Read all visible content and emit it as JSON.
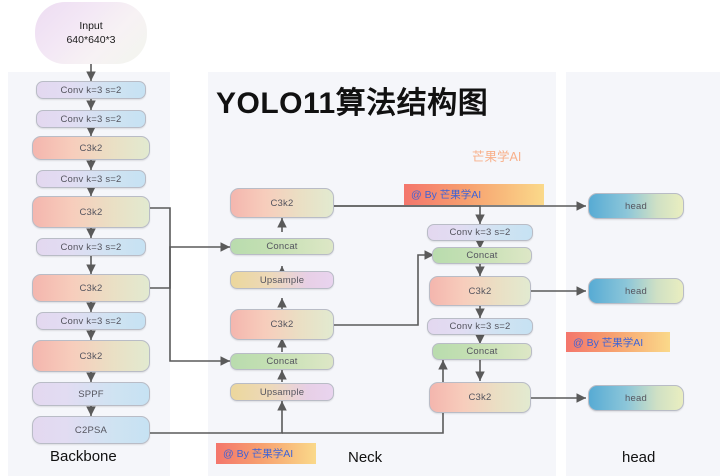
{
  "title": "YOLO11算法结构图",
  "title_watermark": "芒果学AI",
  "sections": {
    "backbone_label": "Backbone",
    "neck_label": "Neck",
    "head_label": "head"
  },
  "input": {
    "line1": "Input",
    "line2": "640*640*3"
  },
  "watermarks": {
    "neck_top": "@ By 芒果学AI",
    "head_mid": "@ By 芒果学AI",
    "neck_bottom": "@ By 芒果学AI"
  },
  "backbone": {
    "nodes": [
      {
        "id": "bb-conv1",
        "label": "Conv k=3 s=2",
        "type": "conv"
      },
      {
        "id": "bb-conv2",
        "label": "Conv k=3 s=2",
        "type": "conv"
      },
      {
        "id": "bb-c3k2-1",
        "label": "C3k2",
        "type": "c3k2"
      },
      {
        "id": "bb-conv3",
        "label": "Conv k=3 s=2",
        "type": "conv"
      },
      {
        "id": "bb-c3k2-2",
        "label": "C3k2",
        "type": "c3k2"
      },
      {
        "id": "bb-conv4",
        "label": "Conv k=3 s=2",
        "type": "conv"
      },
      {
        "id": "bb-c3k2-3",
        "label": "C3k2",
        "type": "c3k2"
      },
      {
        "id": "bb-conv5",
        "label": "Conv k=3 s=2",
        "type": "conv"
      },
      {
        "id": "bb-c3k2-4",
        "label": "C3k2",
        "type": "c3k2"
      },
      {
        "id": "bb-sppf",
        "label": "SPPF",
        "type": "conv"
      },
      {
        "id": "bb-c2psa",
        "label": "C2PSA",
        "type": "conv"
      }
    ]
  },
  "neck_left": {
    "nodes": [
      {
        "id": "nk-c3k2-top",
        "label": "C3k2",
        "type": "c3k2"
      },
      {
        "id": "nk-concat-top",
        "label": "Concat",
        "type": "concat"
      },
      {
        "id": "nk-upsample-top",
        "label": "Upsample",
        "type": "upsample"
      },
      {
        "id": "nk-c3k2-mid",
        "label": "C3k2",
        "type": "c3k2"
      },
      {
        "id": "nk-concat-bot",
        "label": "Concat",
        "type": "concat"
      },
      {
        "id": "nk-upsample-bot",
        "label": "Upsample",
        "type": "upsample"
      }
    ]
  },
  "neck_right": {
    "nodes": [
      {
        "id": "nr-conv-top",
        "label": "Conv k=3 s=2",
        "type": "conv"
      },
      {
        "id": "nr-concat-top",
        "label": "Concat",
        "type": "concat"
      },
      {
        "id": "nr-c3k2-mid",
        "label": "C3k2",
        "type": "c3k2"
      },
      {
        "id": "nr-conv-bot",
        "label": "Conv k=3 s=2",
        "type": "conv"
      },
      {
        "id": "nr-concat-bot",
        "label": "Concat",
        "type": "concat"
      },
      {
        "id": "nr-c3k2-bot",
        "label": "C3k2",
        "type": "c3k2"
      }
    ]
  },
  "head": {
    "nodes": [
      {
        "id": "hd-1",
        "label": "head"
      },
      {
        "id": "hd-2",
        "label": "head"
      },
      {
        "id": "hd-3",
        "label": "head"
      }
    ]
  },
  "colors": {
    "panel_bg": "#f5f6fa",
    "page_bg": "#ffffff",
    "wire": "#5a5a5a",
    "watermark_text": "#3f63d6",
    "title_watermark": "#f8b08a"
  }
}
